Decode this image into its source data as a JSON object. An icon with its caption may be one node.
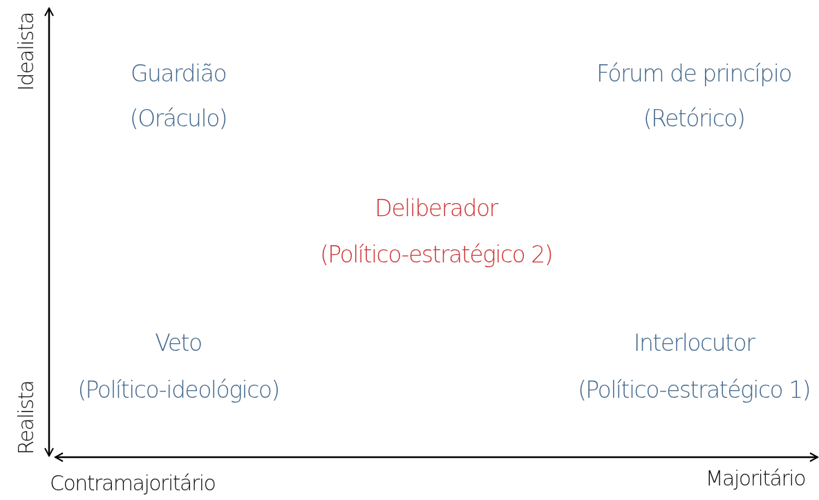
{
  "diagram": {
    "labels": [
      "Idealista",
      "Guardião",
      "Fórum de princípio",
      "(Oráculo)",
      "(Retórico)",
      "Deliberador",
      "(Político-estratégico 2)",
      "Veto",
      "Interlocutor",
      "(Político-ideológico)",
      "(Político-estratégico 1)",
      "Realista",
      "Contramajoritário",
      "Majoritário"
    ]
  }
}
